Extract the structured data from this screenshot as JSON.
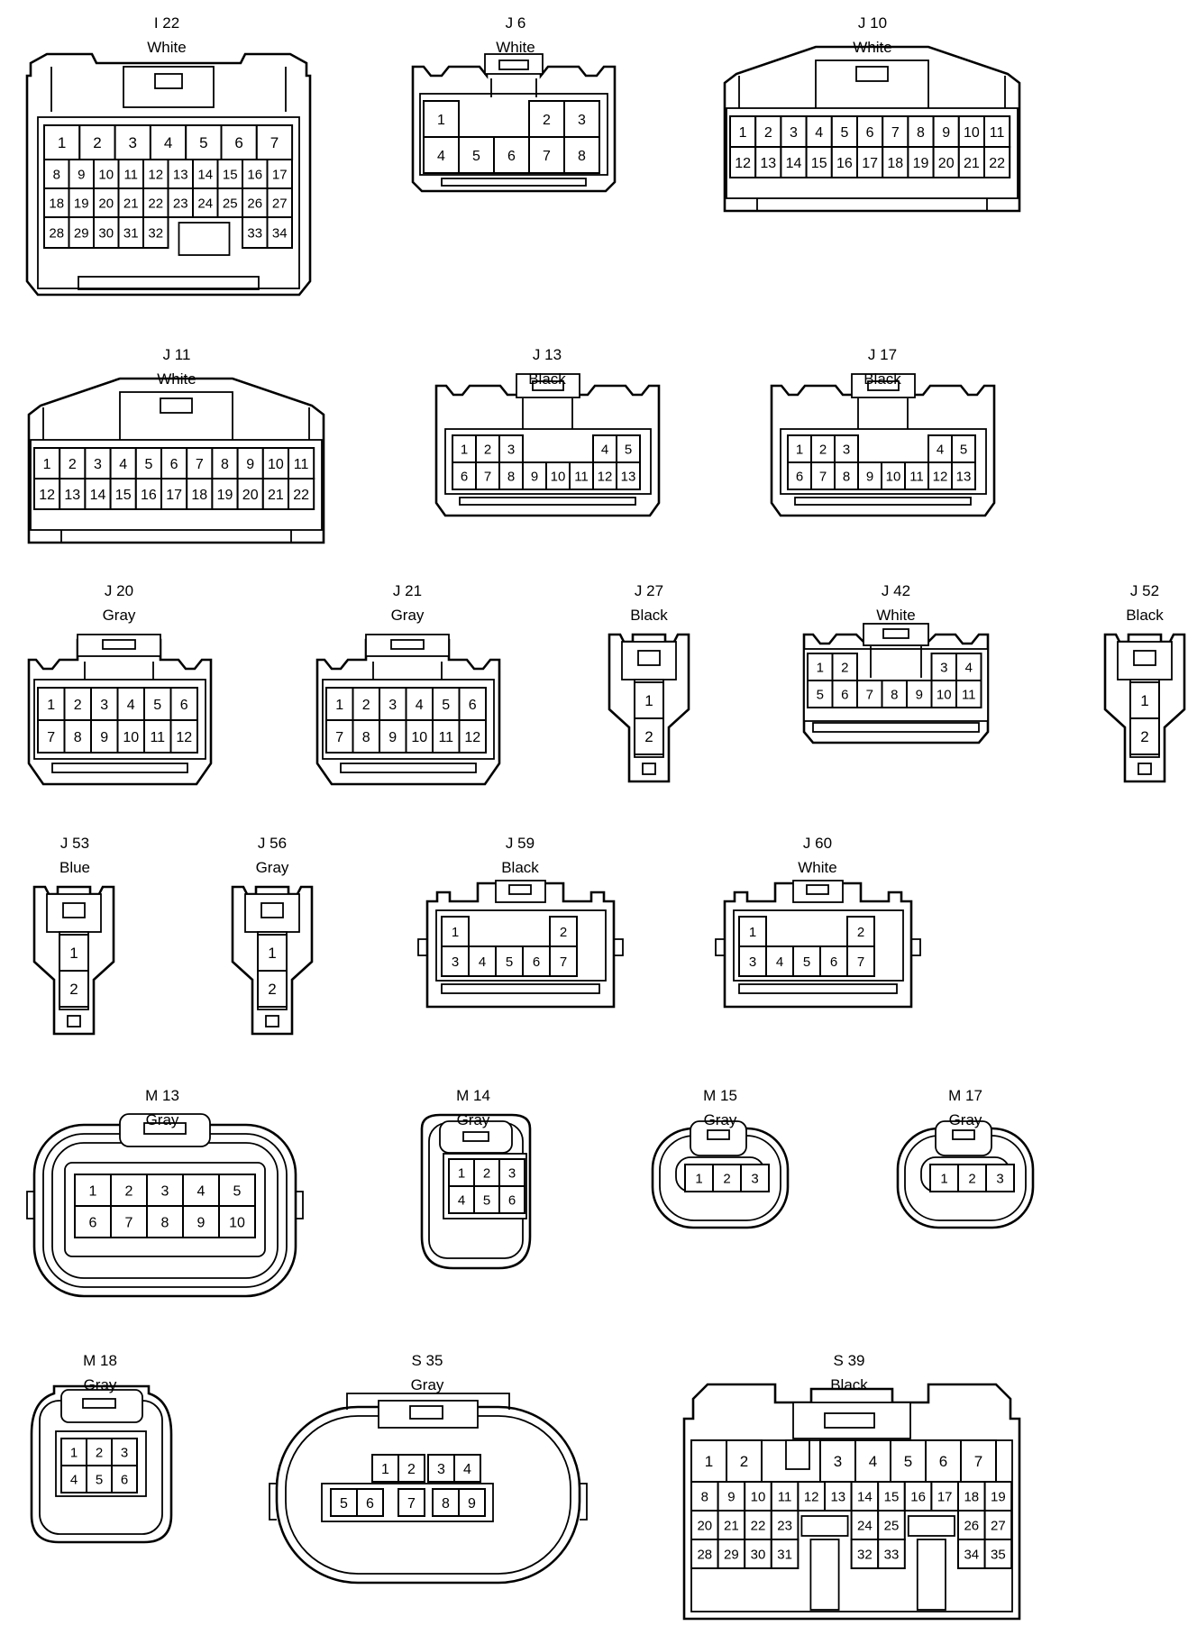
{
  "connectors": [
    {
      "id": "I22",
      "label": "I 22",
      "color": "White",
      "rows": [
        [
          "1",
          "2",
          "3",
          "4",
          "5",
          "6",
          "7"
        ],
        [
          "8",
          "9",
          "10",
          "11",
          "12",
          "13",
          "14",
          "15",
          "16",
          "17"
        ],
        [
          "18",
          "19",
          "20",
          "21",
          "22",
          "23",
          "24",
          "25",
          "26",
          "27"
        ],
        [
          "28",
          "29",
          "30",
          "31",
          "32",
          "33",
          "34"
        ]
      ]
    },
    {
      "id": "J6",
      "label": "J 6",
      "color": "White",
      "rows": [
        [
          "1",
          "2",
          "3"
        ],
        [
          "4",
          "5",
          "6",
          "7",
          "8"
        ]
      ]
    },
    {
      "id": "J10",
      "label": "J 10",
      "color": "White",
      "rows": [
        [
          "1",
          "2",
          "3",
          "4",
          "5",
          "6",
          "7",
          "8",
          "9",
          "10",
          "11"
        ],
        [
          "12",
          "13",
          "14",
          "15",
          "16",
          "17",
          "18",
          "19",
          "20",
          "21",
          "22"
        ]
      ]
    },
    {
      "id": "J11",
      "label": "J 11",
      "color": "White",
      "rows": [
        [
          "1",
          "2",
          "3",
          "4",
          "5",
          "6",
          "7",
          "8",
          "9",
          "10",
          "11"
        ],
        [
          "12",
          "13",
          "14",
          "15",
          "16",
          "17",
          "18",
          "19",
          "20",
          "21",
          "22"
        ]
      ]
    },
    {
      "id": "J13",
      "label": "J 13",
      "color": "Black",
      "rows": [
        [
          "1",
          "2",
          "3",
          "4",
          "5"
        ],
        [
          "6",
          "7",
          "8",
          "9",
          "10",
          "11",
          "12",
          "13"
        ]
      ]
    },
    {
      "id": "J17",
      "label": "J 17",
      "color": "Black",
      "rows": [
        [
          "1",
          "2",
          "3",
          "4",
          "5"
        ],
        [
          "6",
          "7",
          "8",
          "9",
          "10",
          "11",
          "12",
          "13"
        ]
      ]
    },
    {
      "id": "J20",
      "label": "J 20",
      "color": "Gray",
      "rows": [
        [
          "1",
          "2",
          "3",
          "4",
          "5",
          "6"
        ],
        [
          "7",
          "8",
          "9",
          "10",
          "11",
          "12"
        ]
      ]
    },
    {
      "id": "J21",
      "label": "J 21",
      "color": "Gray",
      "rows": [
        [
          "1",
          "2",
          "3",
          "4",
          "5",
          "6"
        ],
        [
          "7",
          "8",
          "9",
          "10",
          "11",
          "12"
        ]
      ]
    },
    {
      "id": "J27",
      "label": "J 27",
      "color": "Black",
      "rows": [
        [
          "1"
        ],
        [
          "2"
        ]
      ]
    },
    {
      "id": "J42",
      "label": "J 42",
      "color": "White",
      "rows": [
        [
          "1",
          "2",
          "3",
          "4"
        ],
        [
          "5",
          "6",
          "7",
          "8",
          "9",
          "10",
          "11"
        ]
      ]
    },
    {
      "id": "J52",
      "label": "J 52",
      "color": "Black",
      "rows": [
        [
          "1"
        ],
        [
          "2"
        ]
      ]
    },
    {
      "id": "J53",
      "label": "J 53",
      "color": "Blue",
      "rows": [
        [
          "1"
        ],
        [
          "2"
        ]
      ]
    },
    {
      "id": "J56",
      "label": "J 56",
      "color": "Gray",
      "rows": [
        [
          "1"
        ],
        [
          "2"
        ]
      ]
    },
    {
      "id": "J59",
      "label": "J 59",
      "color": "Black",
      "rows": [
        [
          "1",
          "2"
        ],
        [
          "3",
          "4",
          "5",
          "6",
          "7"
        ]
      ]
    },
    {
      "id": "J60",
      "label": "J 60",
      "color": "White",
      "rows": [
        [
          "1",
          "2"
        ],
        [
          "3",
          "4",
          "5",
          "6",
          "7"
        ]
      ]
    },
    {
      "id": "M13",
      "label": "M 13",
      "color": "Gray",
      "rows": [
        [
          "1",
          "2",
          "3",
          "4",
          "5"
        ],
        [
          "6",
          "7",
          "8",
          "9",
          "10"
        ]
      ]
    },
    {
      "id": "M14",
      "label": "M 14",
      "color": "Gray",
      "rows": [
        [
          "1",
          "2",
          "3"
        ],
        [
          "4",
          "5",
          "6"
        ]
      ]
    },
    {
      "id": "M15",
      "label": "M 15",
      "color": "Gray",
      "rows": [
        [
          "1",
          "2",
          "3"
        ]
      ]
    },
    {
      "id": "M17",
      "label": "M 17",
      "color": "Gray",
      "rows": [
        [
          "1",
          "2",
          "3"
        ]
      ]
    },
    {
      "id": "M18",
      "label": "M 18",
      "color": "Gray",
      "rows": [
        [
          "1",
          "2",
          "3"
        ],
        [
          "4",
          "5",
          "6"
        ]
      ]
    },
    {
      "id": "S35",
      "label": "S 35",
      "color": "Gray",
      "rows": [
        [
          "1",
          "2",
          "3",
          "4"
        ],
        [
          "5",
          "6",
          "7",
          "8",
          "9"
        ]
      ]
    },
    {
      "id": "S39",
      "label": "S 39",
      "color": "Black",
      "rows": [
        [
          "1",
          "2",
          "3",
          "4",
          "5",
          "6",
          "7"
        ],
        [
          "8",
          "9",
          "10",
          "11",
          "12",
          "13",
          "14",
          "15",
          "16",
          "17",
          "18",
          "19"
        ],
        [
          "20",
          "21",
          "22",
          "23",
          "24",
          "25",
          "26",
          "27"
        ],
        [
          "28",
          "29",
          "30",
          "31",
          "32",
          "33",
          "34",
          "35"
        ]
      ]
    }
  ]
}
